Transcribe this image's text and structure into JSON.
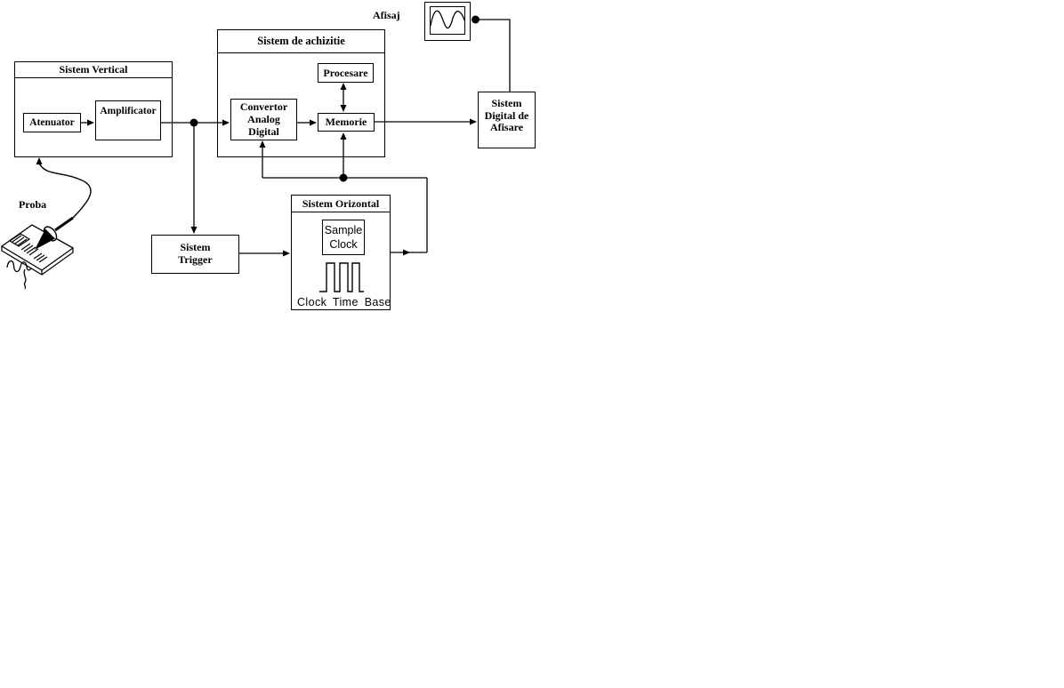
{
  "colors": {
    "background": "#ffffff",
    "line": "#000000",
    "text": "#000000",
    "box_fill": "#ffffff"
  },
  "nodes": {
    "sistem_vertical": {
      "title": "Sistem Vertical"
    },
    "atenuator": {
      "label": "Atenuator"
    },
    "amplificator": {
      "label": "Amplificator"
    },
    "sistem_achizitie": {
      "title": "Sistem de achizitie"
    },
    "convertor": {
      "label": "Convertor\nAnalog\nDigital"
    },
    "procesare": {
      "label": "Procesare"
    },
    "memorie": {
      "label": "Memorie"
    },
    "sistem_digital_afisare": {
      "label": "Sistem\nDigital de\nAfisare"
    },
    "sistem_trigger": {
      "label": "Sistem\nTrigger"
    },
    "sistem_orizontal": {
      "title": "Sistem Orizontal"
    },
    "sample_clock": {
      "label": "Sample\nClock"
    },
    "clock_time_base": {
      "label": "Clock Time Base"
    }
  },
  "annotations": {
    "afisaj": "Afisaj",
    "proba": "Proba"
  },
  "icons": {
    "display_screen": "sine-wave-screen-icon",
    "clock_pulses": "square-wave-pulse-icon",
    "probe": "oscilloscope-probe-and-circuit-board-icon",
    "input_signal": "signal-squiggle-icon",
    "junction": "junction-dot",
    "arrow": "arrowhead"
  }
}
